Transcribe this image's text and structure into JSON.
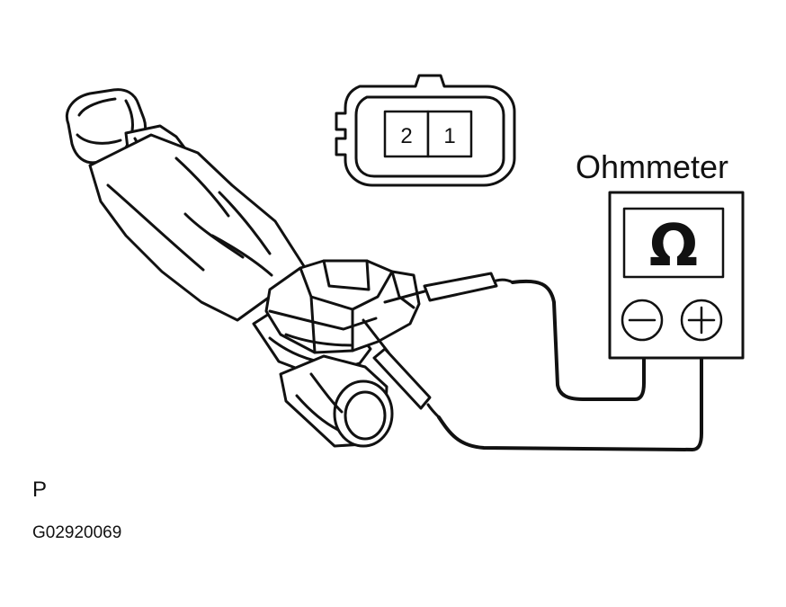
{
  "diagram": {
    "meter_label": "Ohmmeter",
    "connector_pins": [
      "2",
      "1"
    ],
    "page_mark": "P",
    "figure_code": "G02920069"
  },
  "colors": {
    "ink": "#111111",
    "background": "#ffffff"
  },
  "icons": [
    "ohm-icon",
    "minus-terminal-icon",
    "plus-terminal-icon"
  ]
}
